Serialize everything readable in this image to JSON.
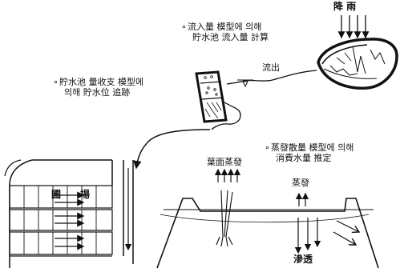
{
  "rain_label": "降  雨",
  "inflow_note": {
    "bullet": "∘",
    "line1": "流入量 模型에 의해",
    "line2": "貯水池 流入量 計算"
  },
  "outflow_label": "流出",
  "reservoir_note": {
    "bullet": "∘",
    "line1": "貯水池 量收支 模型에",
    "line2": "의해 貯水位 追跡"
  },
  "evap_note": {
    "bullet": "∘",
    "line1": "蒸發散量 模型에 의해",
    "line2": "消費水量 推定"
  },
  "field_labels": [
    "圃",
    "場"
  ],
  "leaf_evap_label": "葉面蒸發",
  "evap_label": "蒸發",
  "seepage_label": "滲透",
  "colors": {
    "ink": "#111111",
    "background": "#ffffff"
  }
}
